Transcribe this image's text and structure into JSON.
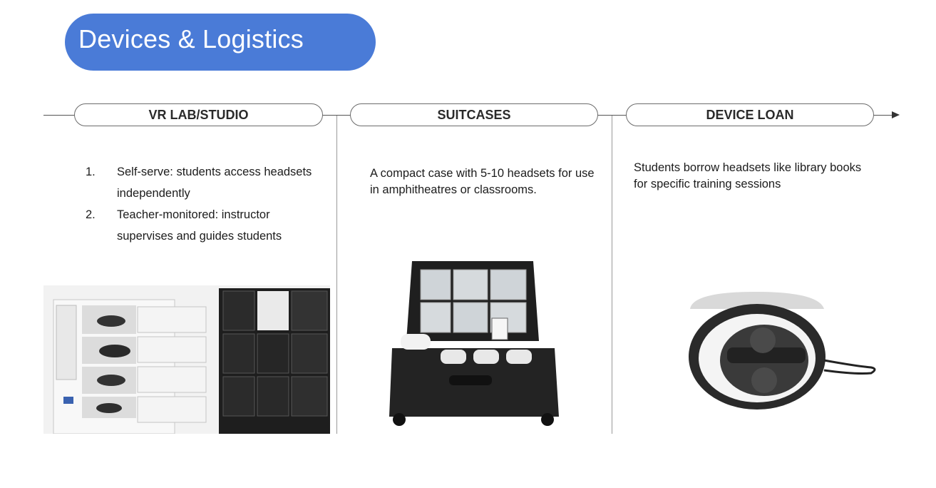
{
  "title": "Devices & Logistics",
  "columns": [
    {
      "heading": "VR LAB/STUDIO",
      "items": [
        {
          "num": "1.",
          "text": "Self-serve: students access headsets independently"
        },
        {
          "num": "2.",
          "text": "Teacher-monitored: instructor supervises and guides students"
        }
      ],
      "image": "charging-locker-photo"
    },
    {
      "heading": "SUITCASES",
      "description": "A compact case with 5-10 headsets for use in amphitheatres or classrooms.",
      "image": "headset-suitcase-photo"
    },
    {
      "heading": "DEVICE LOAN",
      "description": "Students borrow headsets like library books for specific training sessions",
      "image": "headset-case-photo"
    }
  ],
  "colors": {
    "title_bg": "#4a7bd7",
    "title_text": "#ffffff"
  }
}
